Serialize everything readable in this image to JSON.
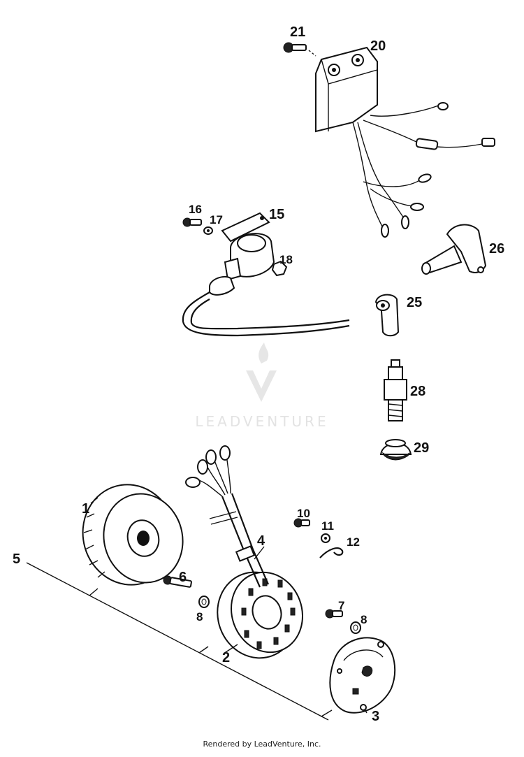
{
  "callouts": {
    "c1": "1",
    "c2": "2",
    "c3": "3",
    "c4": "4",
    "c5": "5",
    "c6": "6",
    "c7": "7",
    "c8a": "8",
    "c8b": "8",
    "c10": "10",
    "c11": "11",
    "c12": "12",
    "c15": "15",
    "c16": "16",
    "c17": "17",
    "c18": "18",
    "c20": "20",
    "c21": "21",
    "c25": "25",
    "c26": "26",
    "c28": "28",
    "c29": "29"
  },
  "watermark": {
    "text": "LEADVENTURE"
  },
  "footer": {
    "text": "Rendered by LeadVenture, Inc."
  }
}
